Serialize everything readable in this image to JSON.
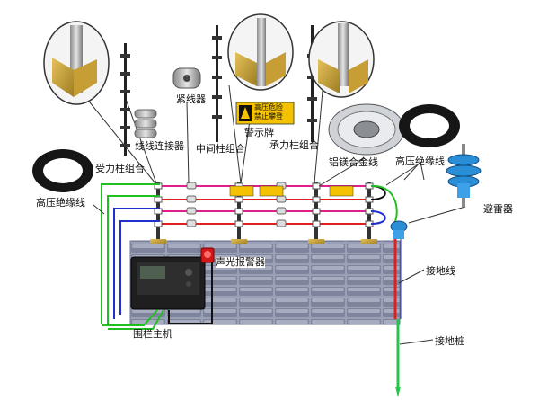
{
  "labels": {
    "stress_post": "受力柱组合",
    "wire_connector": "线线连接器",
    "tightener": "紧线器",
    "middle_post": "中间柱组合",
    "warning_sign": "警示牌",
    "bearing_post": "承力柱组合",
    "alloy_wire": "铝镁合金线",
    "hv_wire_left": "高压绝缘线",
    "hv_wire_right": "高压绝缘线",
    "arrester": "避雷器",
    "alarm": "声光报警器",
    "ground_wire": "接地线",
    "ground_stake": "接地桩",
    "host": "围栏主机"
  },
  "sign": {
    "line1": "高压危险",
    "line2": "禁止攀登"
  },
  "colors": {
    "wire_pink": "#e0208a",
    "wire_red": "#e02020",
    "wire_blue": "#2030d0",
    "wire_green": "#20c020",
    "wall": "#8d92a8",
    "arrester_blue": "#2a8ed6",
    "sign_yellow": "#f4c200"
  }
}
